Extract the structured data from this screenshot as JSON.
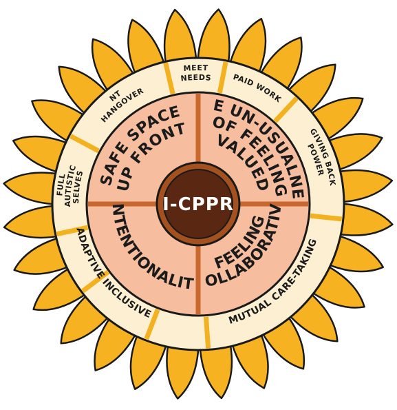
{
  "colors": {
    "petal": "#F7B221",
    "petal_outline": "#1a1a1a",
    "outer_ring": "#FDF0D2",
    "outer_ring_divider": "#F3B11F",
    "inner_disc": "#F6BD9F",
    "inner_dividers": "#C8682F",
    "center": "#5A2713",
    "center_ring": "#A4511F"
  },
  "center": {
    "label": "I-CPPR"
  },
  "quadrants": [
    {
      "id": "top-left",
      "lines": [
        "SAFE SPACE",
        "UP FRONT"
      ]
    },
    {
      "id": "top-right",
      "lines": [
        "THE UN-USUALNESS",
        "OF FEELING",
        "VALUED"
      ]
    },
    {
      "id": "bottom-right",
      "lines": [
        "COLLABORATIVE",
        "FEELING"
      ]
    },
    {
      "id": "bottom-left",
      "lines": [
        "INTENTIONALITY"
      ]
    }
  ],
  "outer_ring": [
    {
      "id": "meet-needs",
      "lines": [
        "MEET",
        "NEEDS"
      ]
    },
    {
      "id": "paid-work",
      "lines": [
        "PAID WORK"
      ]
    },
    {
      "id": "giving-back-power",
      "lines": [
        "GIVING BACK",
        "POWER"
      ]
    },
    {
      "id": "mutual-care-taking",
      "lines": [
        "MUTUAL CARE-TAKING"
      ]
    },
    {
      "id": "inclusive",
      "lines": [
        "INCLUSIVE"
      ]
    },
    {
      "id": "adaptive",
      "lines": [
        "ADAPTIVE"
      ]
    },
    {
      "id": "full-autistic-selves",
      "lines": [
        "FULL",
        "AUTISTIC",
        "SELVES"
      ]
    },
    {
      "id": "nt-hangover",
      "lines": [
        "NT",
        "HANGOVER"
      ]
    }
  ]
}
